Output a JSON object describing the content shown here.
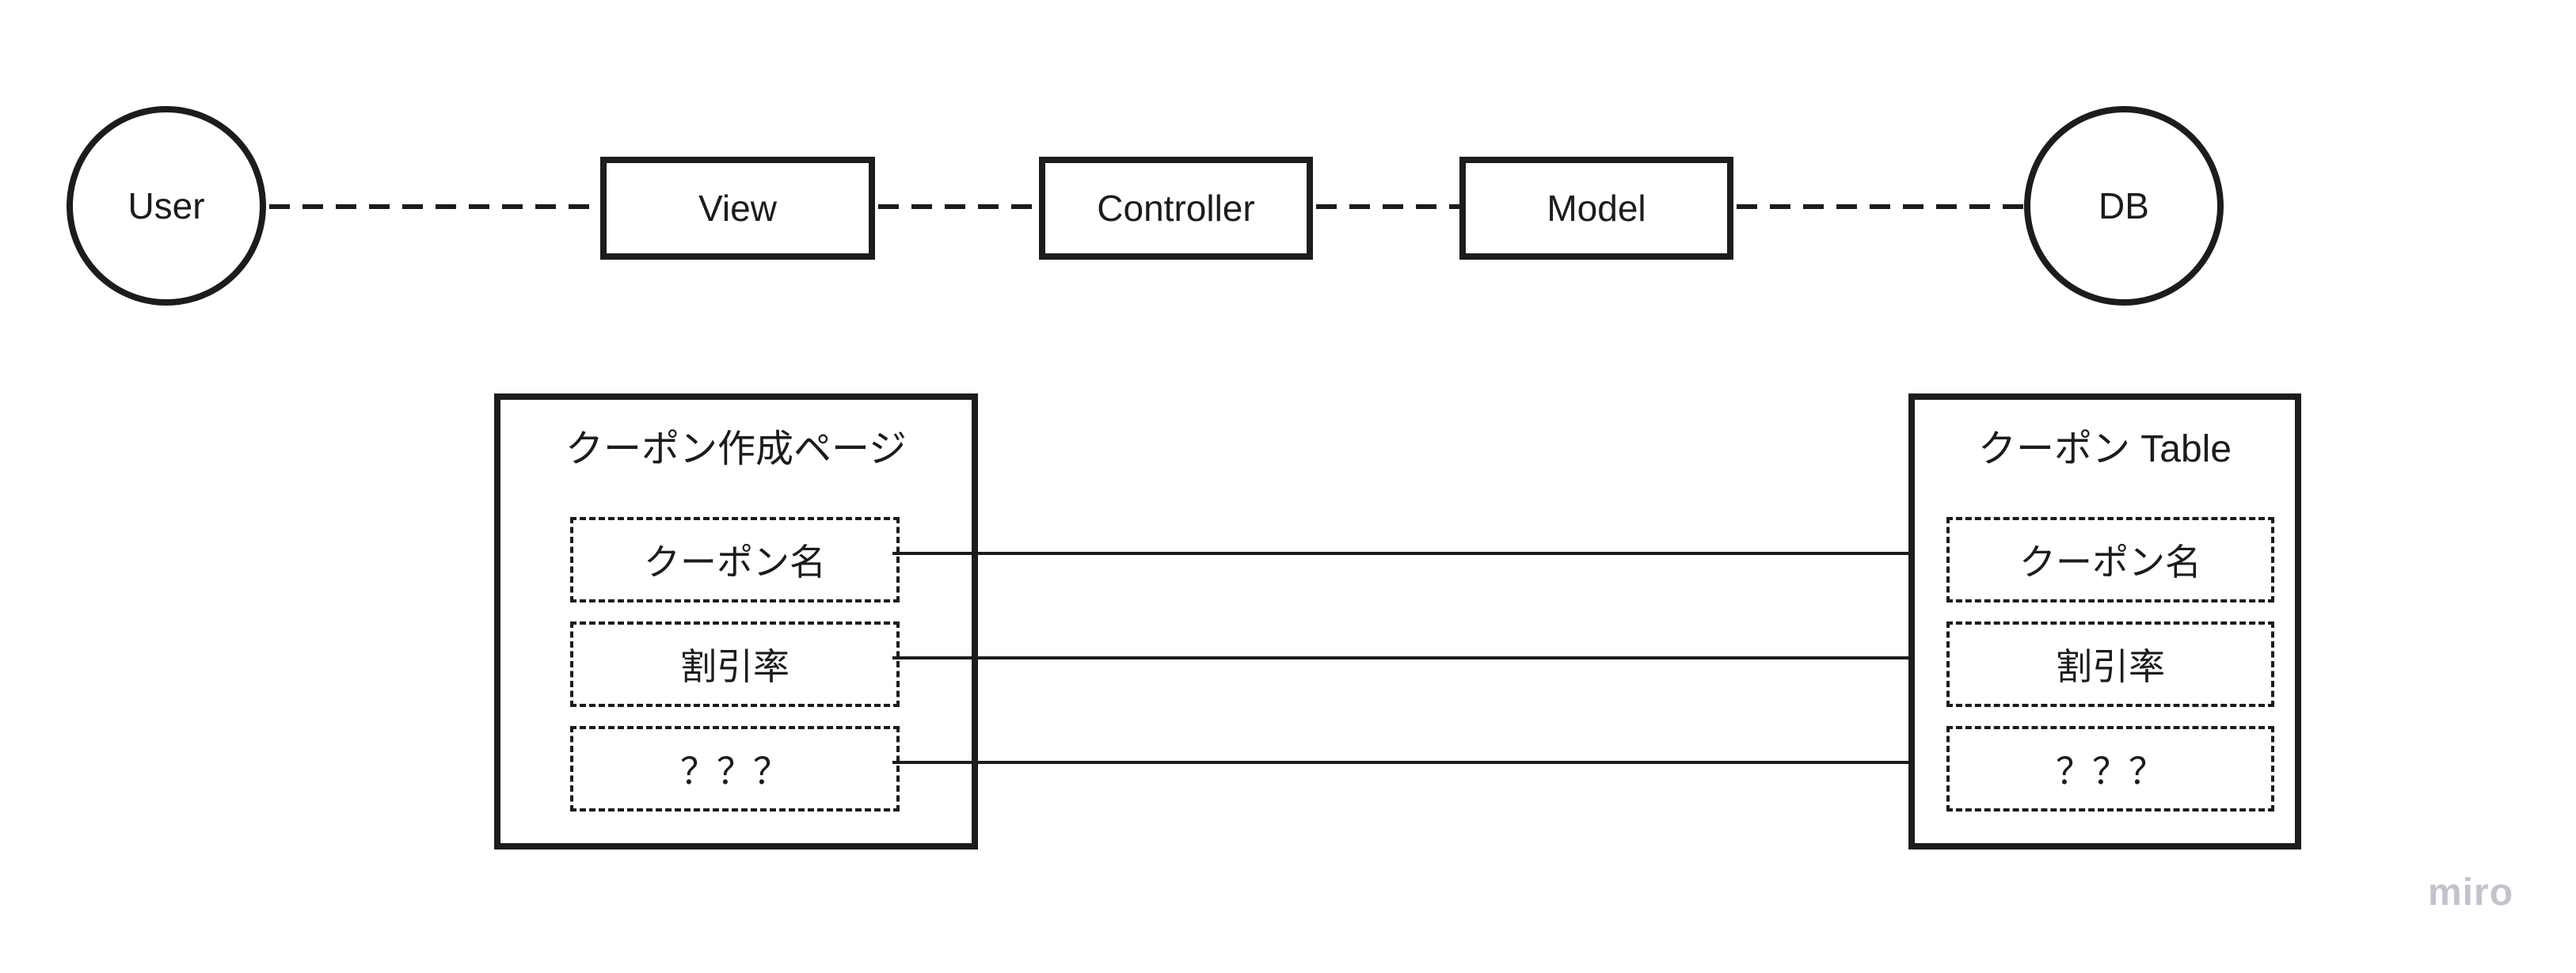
{
  "colors": {
    "background": "#ffffff",
    "ink": "#1c1c1c",
    "watermark": "#c3c2ce"
  },
  "flow_nodes": [
    {
      "id": "user",
      "shape": "circle",
      "label": "User"
    },
    {
      "id": "view",
      "shape": "rect",
      "label": "View"
    },
    {
      "id": "controller",
      "shape": "rect",
      "label": "Controller"
    },
    {
      "id": "model",
      "shape": "rect",
      "label": "Model"
    },
    {
      "id": "db",
      "shape": "circle",
      "label": "DB"
    }
  ],
  "coupon_page": {
    "title": "クーポン作成ページ",
    "fields": [
      "クーポン名",
      "割引率",
      "？？？"
    ]
  },
  "coupon_table": {
    "title": "クーポン Table",
    "fields": [
      "クーポン名",
      "割引率",
      "？？？"
    ]
  },
  "watermark": "miro"
}
